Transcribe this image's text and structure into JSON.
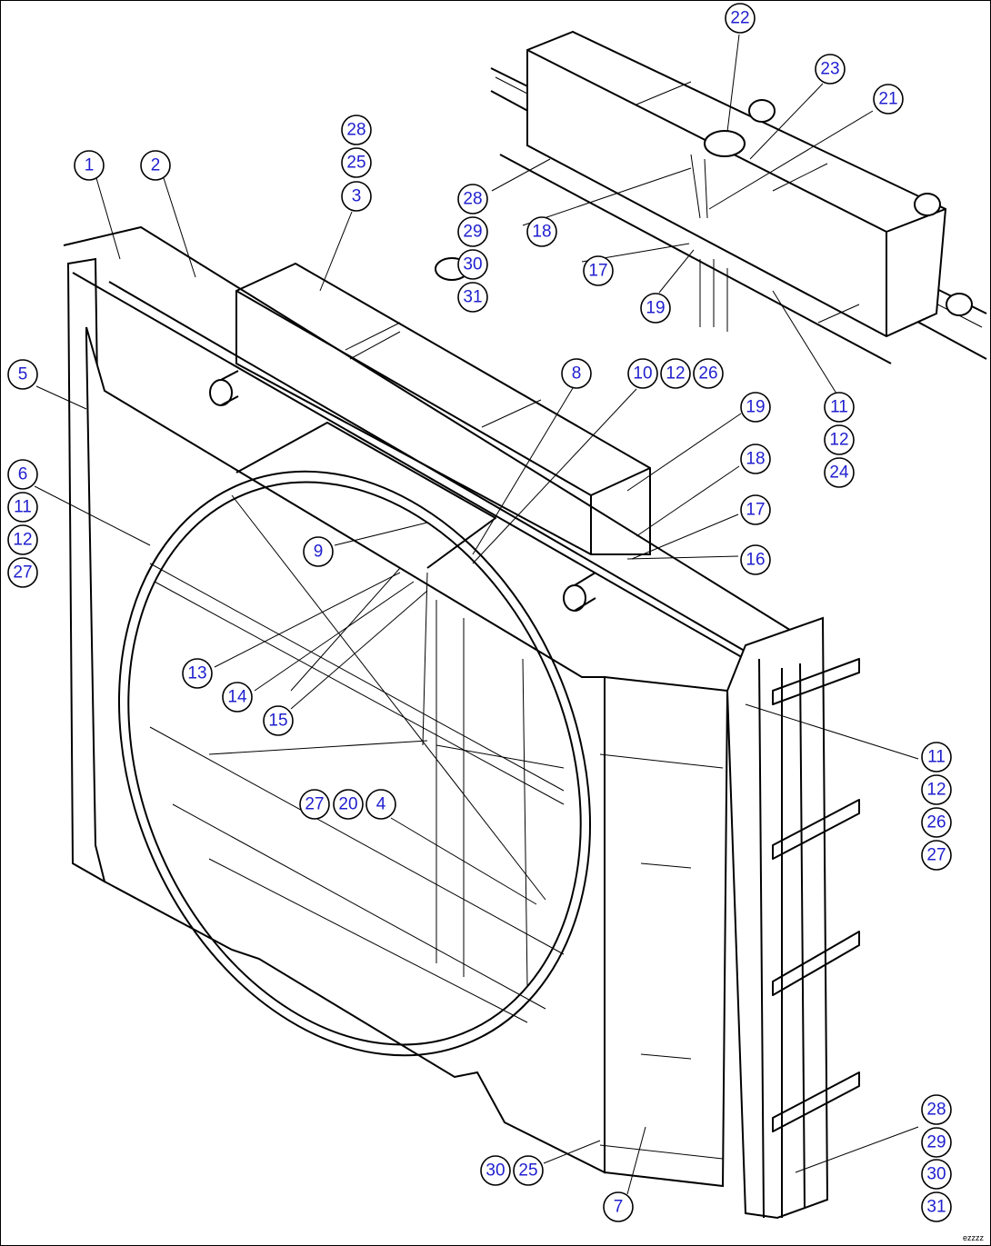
{
  "figure_code": "ezzzz",
  "callouts": [
    "1",
    "2",
    "3",
    "4",
    "5",
    "6",
    "7",
    "8",
    "9",
    "10",
    "11",
    "12",
    "13",
    "14",
    "15",
    "16",
    "17",
    "18",
    "19",
    "20",
    "21",
    "22",
    "23",
    "24",
    "25",
    "26",
    "27",
    "28",
    "29",
    "30",
    "31"
  ]
}
